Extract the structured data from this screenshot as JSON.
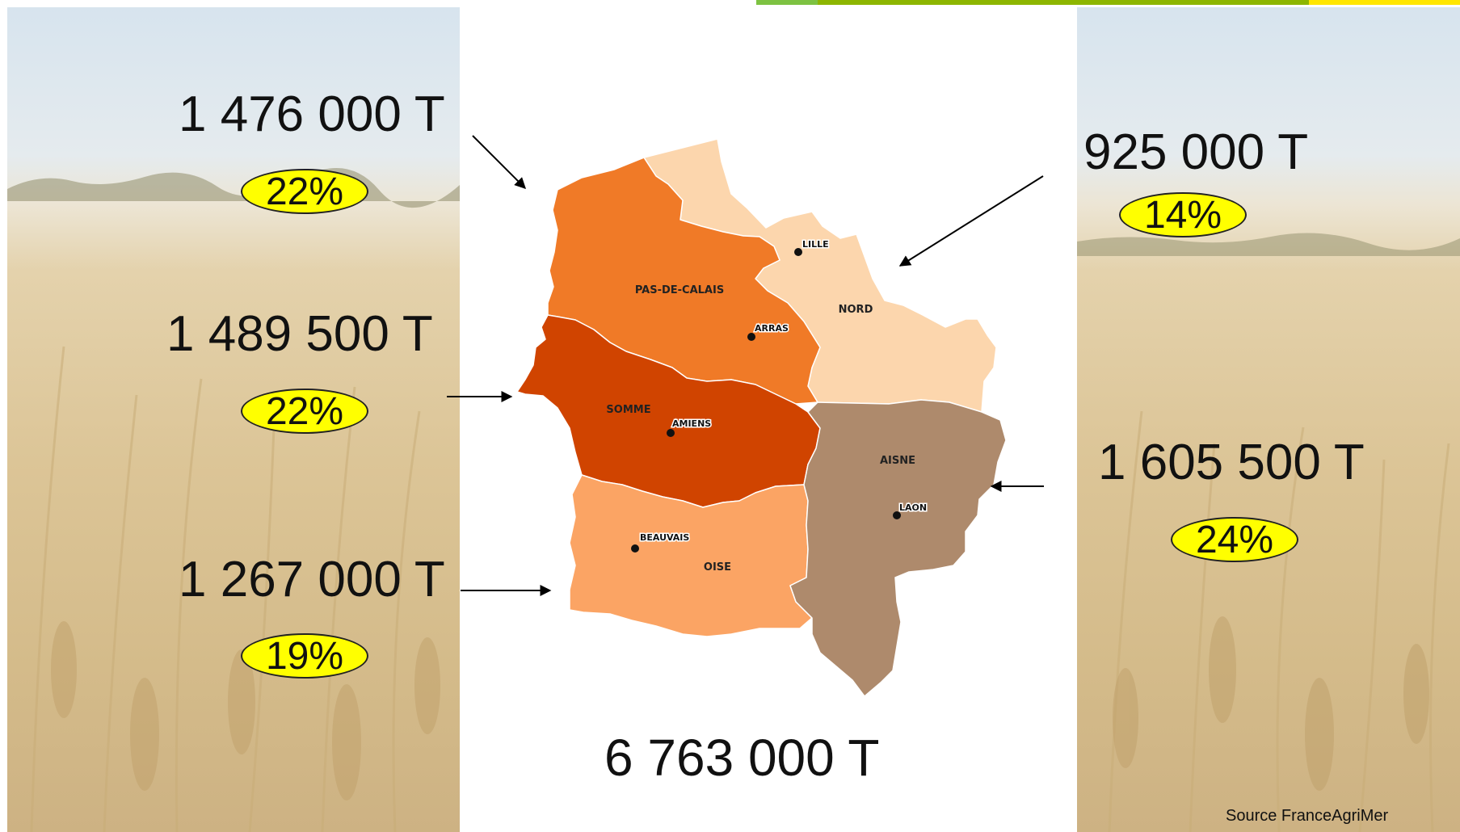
{
  "departments": [
    {
      "id": "pas-de-calais",
      "label": "PAS-DE-CALAIS",
      "value": "1 476 000 T",
      "share": "22%",
      "color": "#f07a27"
    },
    {
      "id": "somme",
      "label": "SOMME",
      "value": "1 489 500 T",
      "share": "22%",
      "color": "#d04400"
    },
    {
      "id": "oise",
      "label": "OISE",
      "value": "1 267 000 T",
      "share": "19%",
      "color": "#fba464"
    },
    {
      "id": "nord",
      "label": "NORD",
      "value": "925 000 T",
      "share": "14%",
      "color": "#fcd6ad"
    },
    {
      "id": "aisne",
      "label": "AISNE",
      "value": "1 605 500 T",
      "share": "24%",
      "color": "#ae8a6c"
    }
  ],
  "cities": [
    {
      "name": "LILLE"
    },
    {
      "name": "ARRAS"
    },
    {
      "name": "AMIENS"
    },
    {
      "name": "BEAUVAIS"
    },
    {
      "name": "LAON"
    }
  ],
  "total": "6 763 000 T",
  "source": "Source FranceAgriMer",
  "colors": {
    "badge": "#ffff00",
    "accent_green": "#7dc242",
    "accent_lime": "#8db600",
    "accent_yellow": "#ffe600"
  }
}
